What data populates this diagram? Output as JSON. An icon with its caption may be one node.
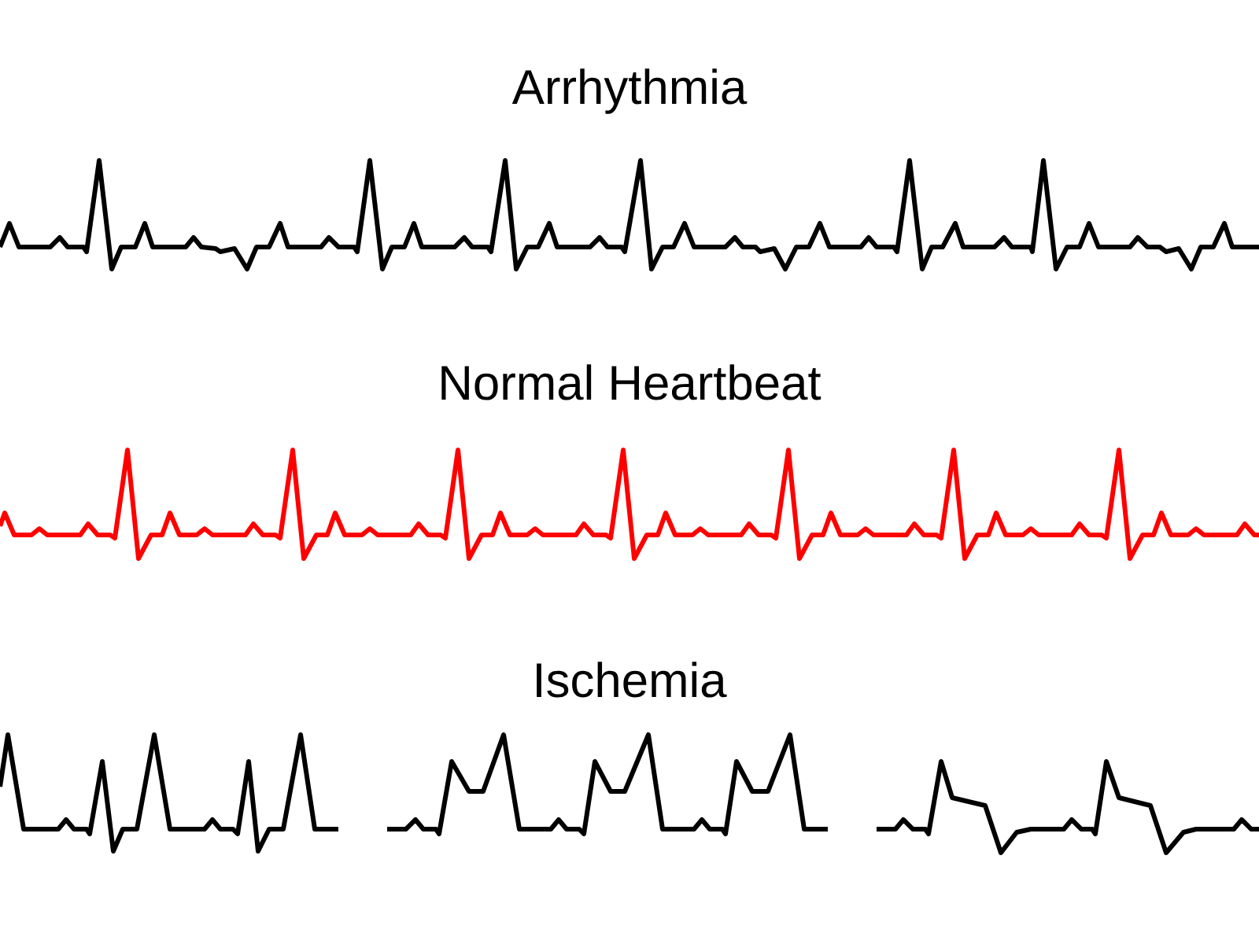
{
  "diagram": {
    "labels": [
      "Arrhythmia",
      "Normal Heartbeat",
      "Ischemia"
    ]
  }
}
